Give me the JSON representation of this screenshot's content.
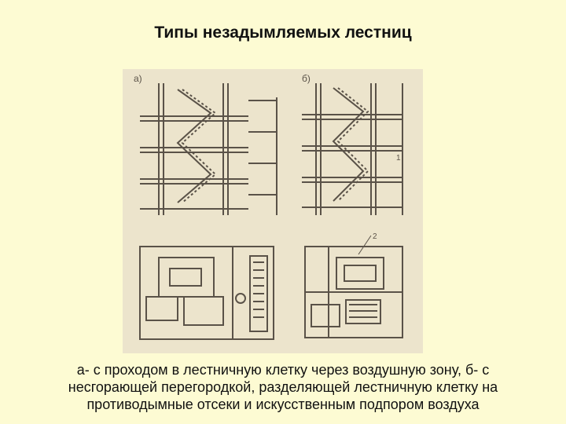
{
  "slide": {
    "title": "Типы незадымляемых лестниц",
    "caption_lines": [
      "а- с проходом в лестничную клетку через воздушную зону, б- с",
      "несгорающей перегородкой, разделяющей лестничную клетку на",
      "противодымные отсеки и искусственным подпором воздуха"
    ]
  },
  "figure": {
    "label_a": "а)",
    "label_b": "б)",
    "callout_1": "1",
    "callout_2": "2"
  },
  "colors": {
    "background": "#fdfbd3",
    "figure_paper": "#ece4cc",
    "ink": "#5a5248"
  }
}
